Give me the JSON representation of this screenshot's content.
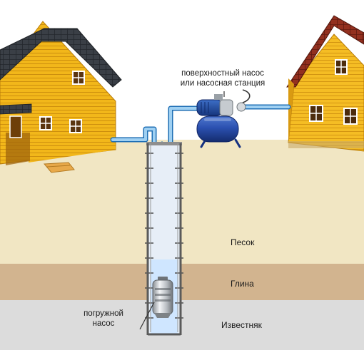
{
  "labels": {
    "surface_pump_line1": "поверхностный насос",
    "surface_pump_line2": "или насосная станция",
    "submersible_line1": "погружной",
    "submersible_line2": "насос",
    "sand": "Песок",
    "clay": "Глина",
    "limestone": "Известняк"
  },
  "colors": {
    "sky": "#ffffff",
    "sand": "#f1e6c3",
    "clay": "#d2b48f",
    "limestone": "#dcdcdc",
    "wall_yellow": "#f2b71a",
    "roof_dark": "#33373d",
    "roof_red": "#8a2a1f",
    "pipe": "#8fc6ec",
    "water": "#cfe6ff",
    "tank_blue": "#1e3f96"
  },
  "icons": [
    "left-house",
    "right-house",
    "pump-station",
    "submersible-pump",
    "well-shaft",
    "water-pipe"
  ]
}
